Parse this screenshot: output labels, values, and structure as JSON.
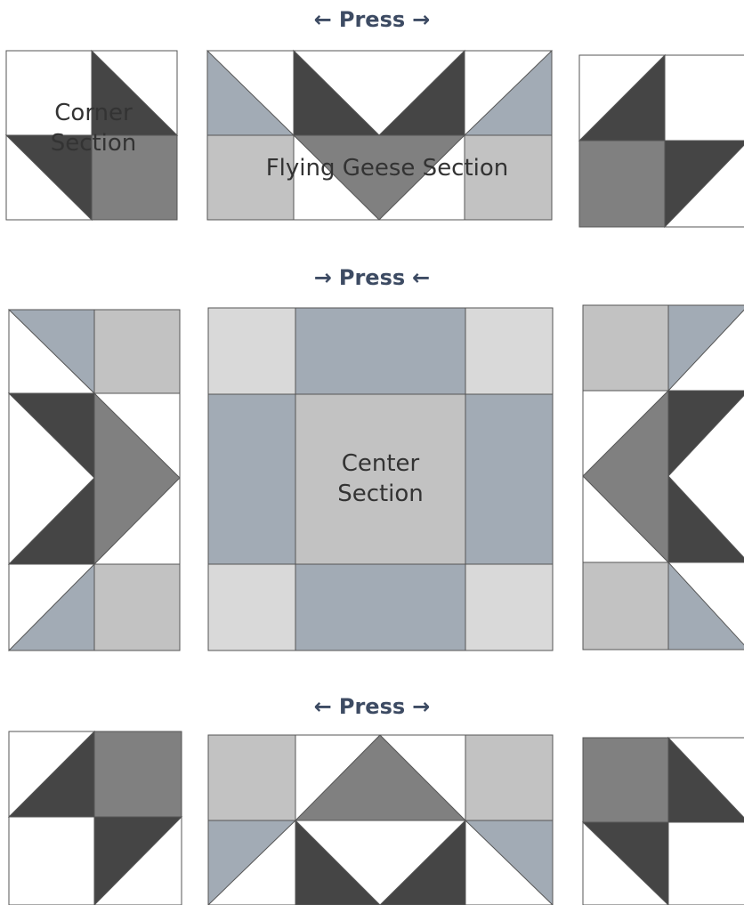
{
  "press_rows": [
    {
      "left_arrow": "←",
      "word": "Press",
      "right_arrow": "→"
    },
    {
      "left_arrow": "→",
      "word": "Press",
      "right_arrow": "←"
    },
    {
      "left_arrow": "←",
      "word": "Press",
      "right_arrow": "→"
    }
  ],
  "labels": {
    "corner_line1": "Corner",
    "corner_line2": "Section",
    "flying_geese": "Flying Geese Section",
    "center_line1": "Center",
    "center_line2": "Section"
  },
  "colors": {
    "dark": "#454545",
    "medium": "#808080",
    "light": "#c2c2c2",
    "very_light": "#d9d9d9",
    "blue_gray": "#a2abb5",
    "white": "#ffffff",
    "outline": "#555555"
  }
}
